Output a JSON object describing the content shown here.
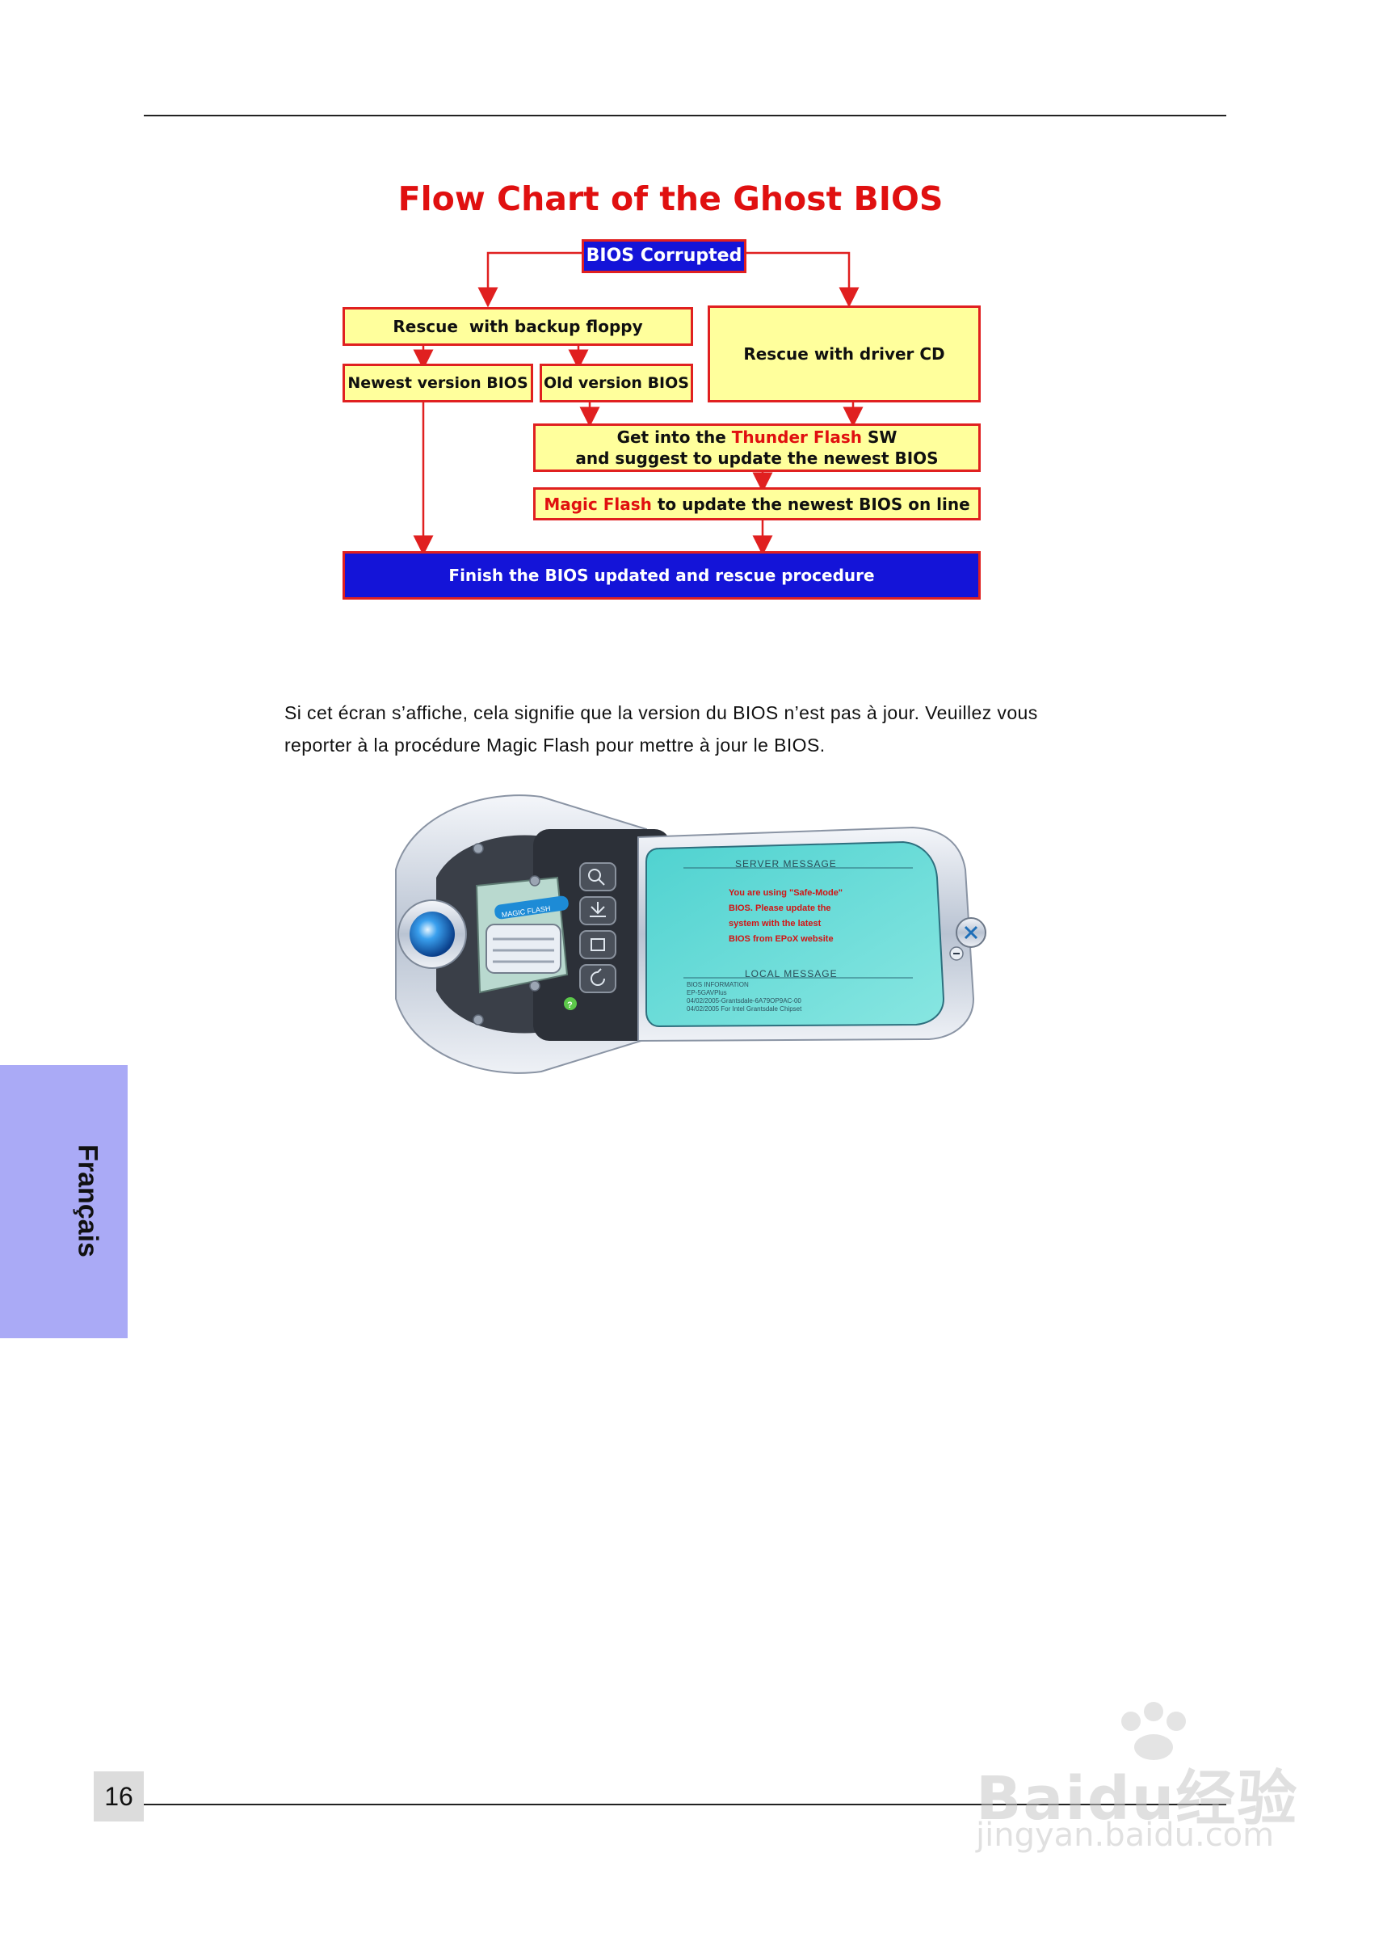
{
  "flowchart": {
    "title": "Flow Chart of the Ghost BIOS",
    "bios_corrupted": "BIOS Corrupted",
    "rescue_floppy": "Rescue  with backup floppy",
    "rescue_cd": "Rescue with driver CD",
    "newest_bios": "Newest version BIOS",
    "old_bios": "Old version BIOS",
    "thunder_line1_pre": "Get into the",
    "thunder_line1_highlight": "Thunder Flash",
    "thunder_line1_post": "SW",
    "thunder_line2": "and suggest to update the newest BIOS",
    "magic_highlight": "Magic Flash",
    "magic_post": "to update the newest BIOS on line",
    "finish": "Finish the BIOS updated and rescue procedure",
    "colors": {
      "border": "#e02020",
      "yellow": "#ffff9c",
      "blue": "#1414d8",
      "title": "#e01010"
    }
  },
  "paragraph": {
    "line1": "Si cet écran s’affiche, cela signifie que la version du BIOS n’est pas à jour. Veuillez vous",
    "line2": "reporter à la procédure Magic Flash pour mettre à jour le BIOS."
  },
  "magic_flash": {
    "server_heading": "SERVER MESSAGE",
    "server_lines": [
      "You are using \"Safe-Mode\"",
      "BIOS. Please update the",
      "system with the latest",
      "BIOS from EPoX website"
    ],
    "local_heading": "LOCAL MESSAGE",
    "local_lines": [
      "BIOS INFORMATION",
      "EP-5GAVPlus",
      "04/02/2005-Grantsdale-6A79OP9AC-00",
      "04/02/2005 For Intel Grantsdale Chipset"
    ],
    "brand_label": "MAGIC FLASH",
    "help_glyph": "?",
    "icons": [
      "search-icon",
      "download-icon",
      "chip-icon",
      "undo-icon",
      "close-icon",
      "minimize-icon"
    ]
  },
  "side_tab": {
    "label": "Français",
    "color": "#aaaaf6"
  },
  "page_number": "16",
  "watermark": {
    "line1": "Baidu经验",
    "line2": "jingyan.baidu.com"
  }
}
